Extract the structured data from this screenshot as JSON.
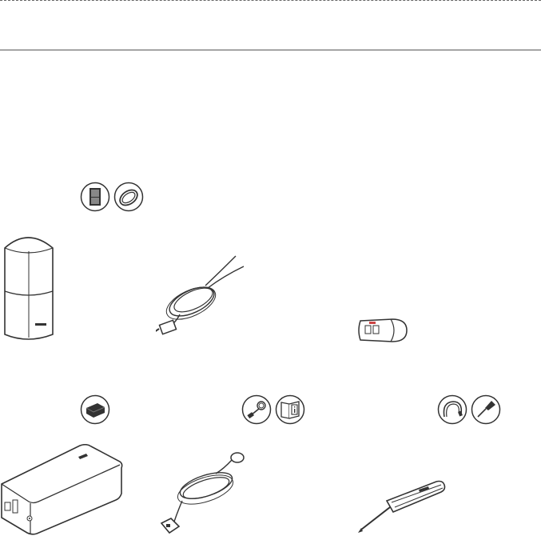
{
  "header": {
    "title": ""
  },
  "contents_rows": [
    {
      "row": 1,
      "groups": [
        {
          "icons": [
            "speaker-icon",
            "speaker-cable-icon"
          ]
        }
      ],
      "items": [
        "speaker-array",
        "speaker-cable",
        "cable-connector"
      ]
    },
    {
      "row": 2,
      "groups": [
        {
          "icons": [
            "module-icon"
          ]
        },
        {
          "icons": [
            "power-cord-icon",
            "manual-icon"
          ]
        },
        {
          "icons": [
            "cable-icon",
            "screwdriver-icon"
          ]
        }
      ],
      "items": [
        "acoustimass-module",
        "power-cord",
        "screwdriver"
      ]
    }
  ],
  "colors": {
    "line": "#333333",
    "icon_bg": "#ffffff",
    "rule": "#555555"
  }
}
